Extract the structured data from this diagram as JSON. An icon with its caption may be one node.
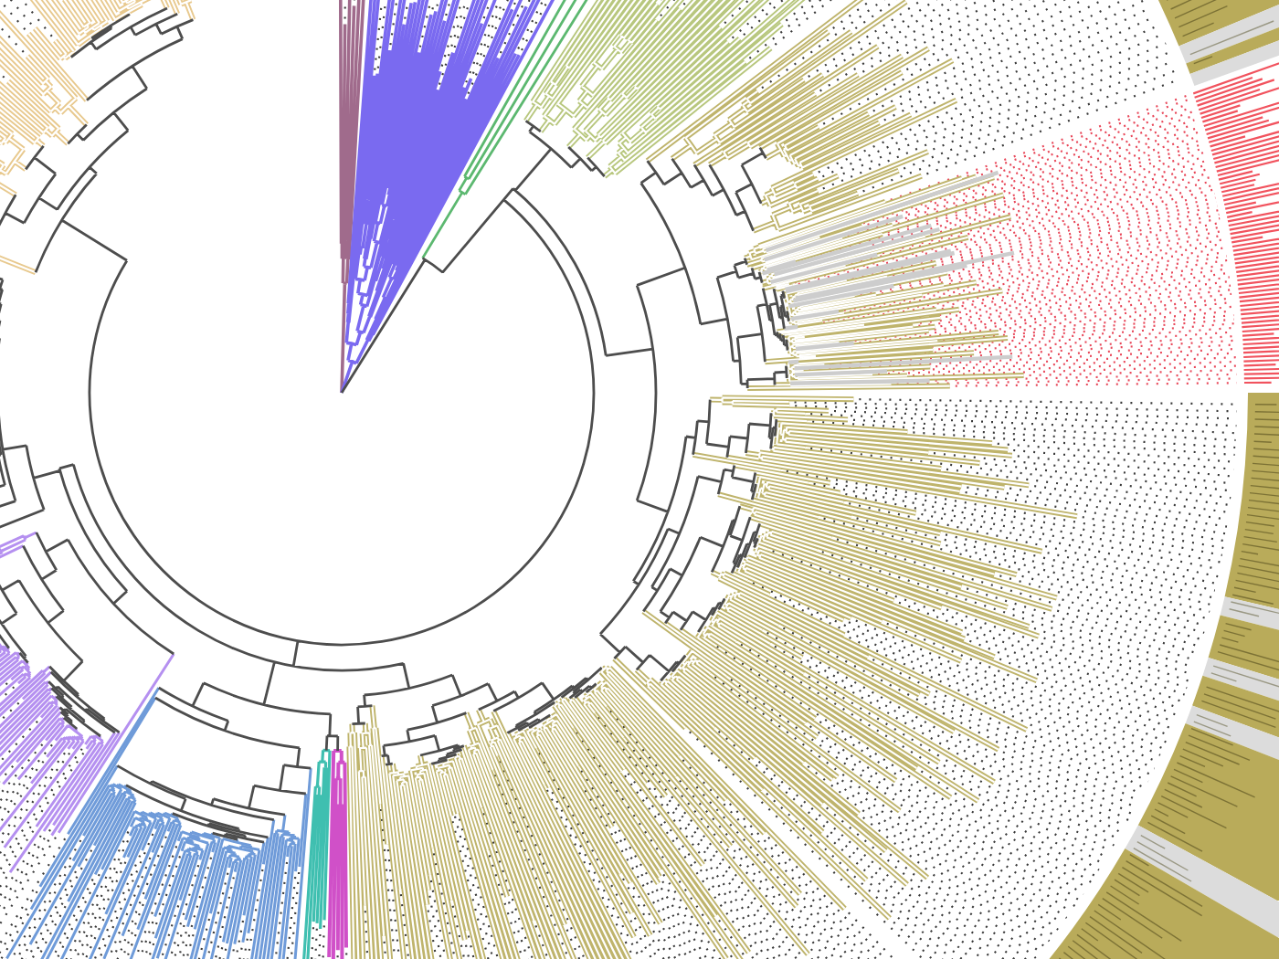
{
  "diagram": {
    "nodes": [
      {
        "text": [],
        "shape": "bar"
      },
      {
        "text": [],
        "shape": "bar"
      },
      {
        "text": [],
        "shape": "bar"
      },
      {
        "text": [],
        "shape": "bar"
      },
      {
        "text": [],
        "shape": "bar"
      },
      {
        "text": [],
        "shape": "bar"
      },
      {
        "text": [],
        "shape": "bar"
      },
      {
        "text": [],
        "shape": "bar"
      },
      {
        "text": [],
        "shape": "bar"
      },
      {
        "text": [],
        "shape": "bar"
      },
      {
        "text": [],
        "shape": "bar"
      },
      {
        "text": [],
        "shape": "bar"
      },
      {
        "text": [],
        "shape": "bar"
      },
      {
        "text": [],
        "shape": "bar"
      }
    ]
  }
}
